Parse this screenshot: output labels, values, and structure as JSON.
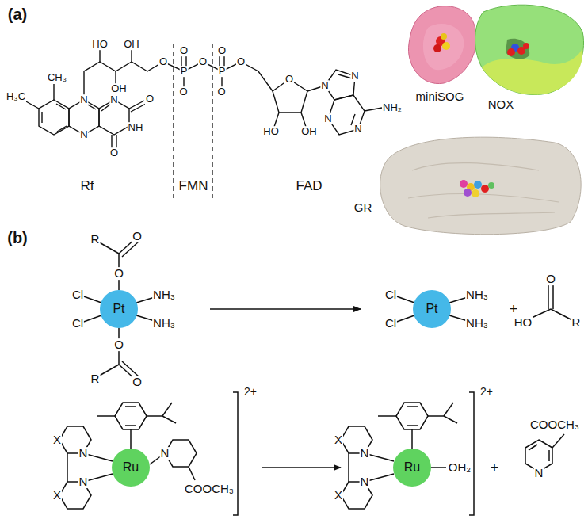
{
  "diagram": {
    "nodes": [
      {
        "text": [
          "Pt"
        ]
      },
      {
        "text": [
          "Pt"
        ]
      },
      {
        "text": [
          "Ru"
        ]
      },
      {
        "text": [
          "Ru"
        ]
      }
    ],
    "labels": [
      "(a)",
      "H₃C",
      "CH₃",
      "HO",
      "OH",
      "OH",
      "N",
      "N",
      "O",
      "N",
      "NH",
      "O",
      "O",
      "O",
      "P",
      "O⁻",
      "O",
      "O",
      "P",
      "O⁻",
      "O",
      "O",
      "N",
      "N",
      "NH₂",
      "N",
      "N",
      "HO",
      "OH",
      "Rf",
      "FMN",
      "FAD",
      "miniSOG",
      "NOX",
      "GR",
      "(b)",
      "O",
      "R",
      "O",
      "Cl",
      "NH₃",
      "Cl",
      "NH₃",
      "O",
      "R",
      "O",
      "Cl",
      "NH₃",
      "Cl",
      "NH₃",
      "+",
      "O",
      "HO",
      "R",
      "2+",
      "X",
      "N",
      "N",
      "X",
      "N",
      "COOCH₃",
      "2+",
      "X",
      "N",
      "N",
      "X",
      "OH₂",
      "+",
      "N",
      "COOCH₃"
    ]
  }
}
